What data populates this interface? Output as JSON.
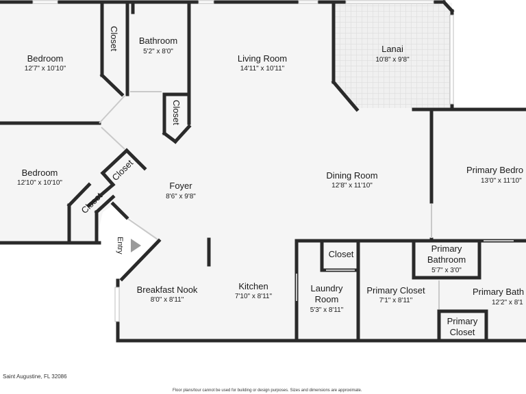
{
  "rooms": {
    "bedroom_nw": {
      "name": "Bedroom",
      "dims": "12'7\" x 10'10\""
    },
    "bedroom_w": {
      "name": "Bedroom",
      "dims": "12'10\" x 10'10\""
    },
    "bathroom": {
      "name": "Bathroom",
      "dims": "5'2\" x 8'0\""
    },
    "living_room": {
      "name": "Living Room",
      "dims": "14'11\" x 10'11\""
    },
    "lanai": {
      "name": "Lanai",
      "dims": "10'8\" x 9'8\""
    },
    "foyer": {
      "name": "Foyer",
      "dims": "8'6\" x 9'8\""
    },
    "dining_room": {
      "name": "Dining Room",
      "dims": "12'8\" x 11'10\""
    },
    "primary_bedroom": {
      "name": "Primary Bedro",
      "dims": "13'0\" x 11'10\""
    },
    "breakfast_nook": {
      "name": "Breakfast Nook",
      "dims": "8'0\" x 8'11\""
    },
    "kitchen": {
      "name": "Kitchen",
      "dims": "7'10\" x 8'11\""
    },
    "laundry_room": {
      "name_line1": "Laundry",
      "name_line2": "Room",
      "dims": "5'3\" x 8'11\""
    },
    "primary_closet": {
      "name": "Primary Closet",
      "dims": "7'1\" x 8'11\""
    },
    "primary_bathroom": {
      "name_line1": "Primary",
      "name_line2": "Bathroom",
      "dims": "5'7\" x 3'0\""
    },
    "primary_bath_cut": {
      "name": "Primary Bath",
      "dims": "12'2\" x 8'1"
    },
    "primary_closet_small": {
      "name_line1": "Primary",
      "name_line2": "Closet"
    }
  },
  "closets": {
    "closet_top": "Closet",
    "closet_bath": "Closet",
    "closet_diag_upper": "Closet",
    "closet_diag_lower": "Closet",
    "closet_laundry": "Closet"
  },
  "entry_label": "Entry",
  "footer": {
    "address": "Saint Augustine, FL 32086",
    "disclaimer": "Floor plans/tour cannot be used for building or design purposes. Sizes and dimensions are approximate."
  },
  "colors": {
    "floor": "#f5f5f5",
    "wall": "#2a2a2a",
    "entry_arrow": "#9a9a9a"
  }
}
